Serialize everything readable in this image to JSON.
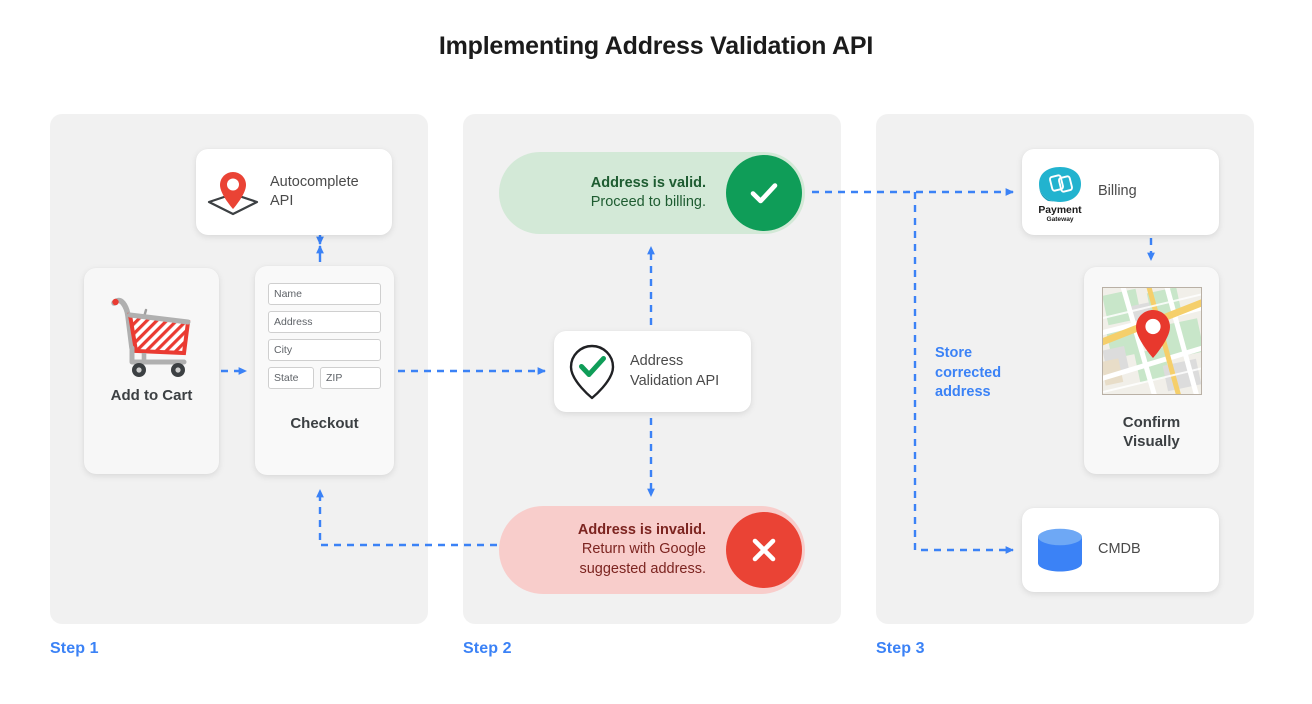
{
  "page": {
    "title": "Implementing Address Validation API",
    "accent_blue": "#3b82f6",
    "background": "#ffffff"
  },
  "steps": [
    {
      "label": "Step 1"
    },
    {
      "label": "Step 2"
    },
    {
      "label": "Step 3"
    }
  ],
  "step1": {
    "cart_card": {
      "icon": "shopping-cart-icon",
      "label": "Add to Cart"
    },
    "checkout_card": {
      "label": "Checkout",
      "fields": [
        {
          "name": "name-field",
          "placeholder": "Name"
        },
        {
          "name": "address-field",
          "placeholder": "Address"
        },
        {
          "name": "city-field",
          "placeholder": "City"
        },
        {
          "name": "state-field",
          "placeholder": "State"
        },
        {
          "name": "zip-field",
          "placeholder": "ZIP"
        }
      ]
    },
    "autocomplete_card": {
      "icon": "map-pin-diamond-icon",
      "line1": "Autocomplete",
      "line2": "API"
    }
  },
  "step2": {
    "validation_card": {
      "icon": "map-pin-check-icon",
      "line1": "Address",
      "line2": "Validation API"
    },
    "valid_pill": {
      "icon": "check-circle-icon",
      "badge_color": "#0f9d58",
      "headline": "Address is valid.",
      "body": "Proceed to billing."
    },
    "invalid_pill": {
      "icon": "x-circle-icon",
      "badge_color": "#ea4335",
      "headline": "Address is invalid.",
      "body_line1": "Return with Google",
      "body_line2": "suggested address."
    }
  },
  "step3": {
    "billing_card": {
      "icon": "payment-gateway-logo",
      "logo_line1": "Payment",
      "logo_line2": "Gateway",
      "label": "Billing"
    },
    "map_card": {
      "icon": "map-thumbnail-with-pin",
      "label_line1": "Confirm",
      "label_line2": "Visually"
    },
    "cmdb_card": {
      "icon": "database-cylinder-icon",
      "label": "CMDB"
    },
    "store_note": {
      "line1": "Store",
      "line2": "corrected",
      "line3": "address"
    }
  }
}
